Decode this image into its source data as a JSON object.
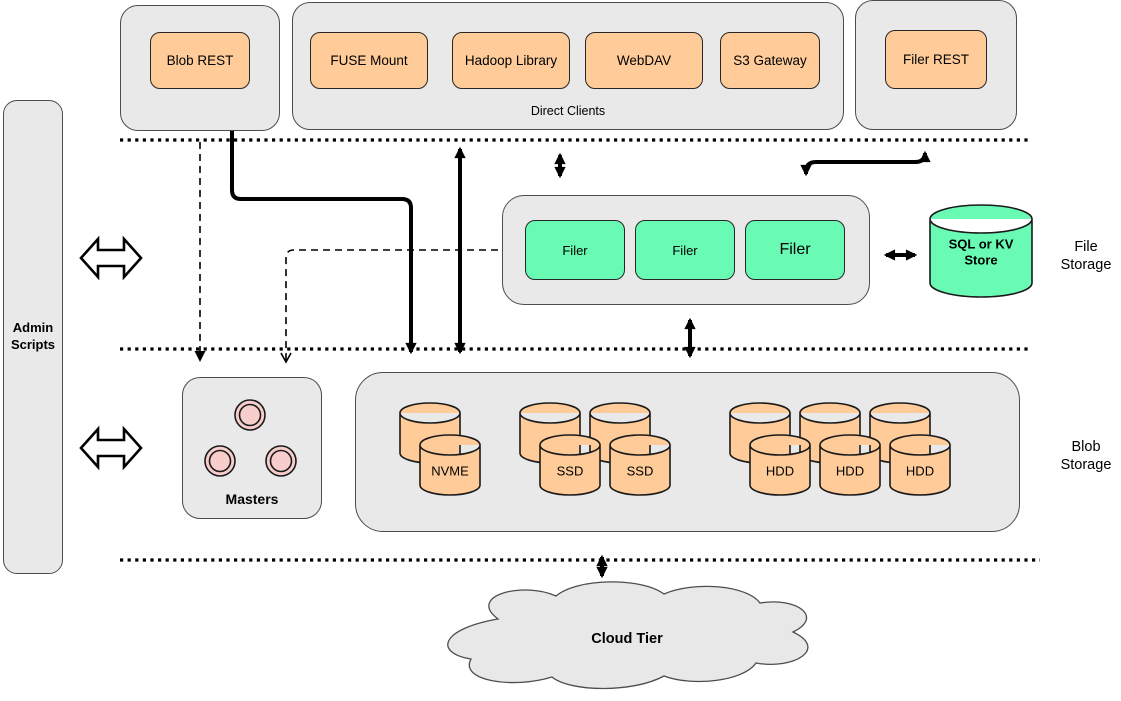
{
  "nodes": {
    "blob_rest": "Blob REST",
    "fuse_mount": "FUSE Mount",
    "hadoop_library": "Hadoop Library",
    "webdav": "WebDAV",
    "s3_gateway": "S3 Gateway",
    "direct_clients": "Direct Clients",
    "filer_rest": "Filer REST",
    "filer_1": "Filer",
    "filer_2": "Filer",
    "filer_3": "Filer",
    "sql_kv_store": "SQL or KV Store",
    "masters": "Masters",
    "admin_scripts": "Admin Scripts",
    "nvme": "NVME",
    "ssd_1": "SSD",
    "ssd_2": "SSD",
    "hdd_1": "HDD",
    "hdd_2": "HDD",
    "hdd_3": "HDD",
    "cloud_tier": "Cloud Tier"
  },
  "zone_labels": {
    "file_storage": "File Storage",
    "blob_storage": "Blob Storage"
  },
  "colors": {
    "client_fill": "#FFCC99",
    "filer_fill": "#69FAB4",
    "store_fill": "#69FAB4",
    "master_node_fill": "#F8CECC",
    "container_fill": "#E9E9E9",
    "cloud_fill": "#E8E8E8",
    "stroke": "#000000"
  }
}
